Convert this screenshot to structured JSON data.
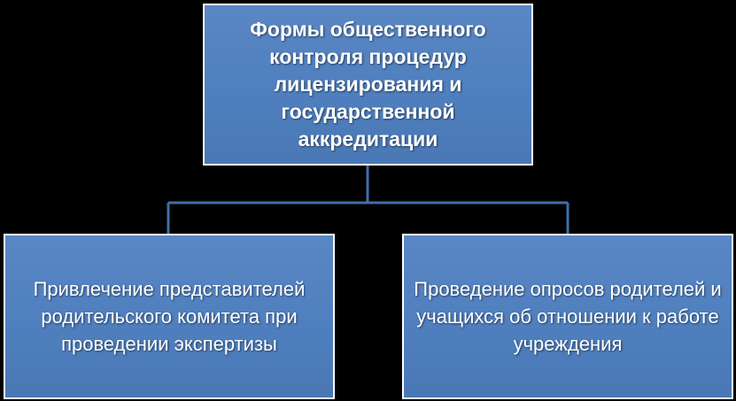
{
  "diagram": {
    "root": {
      "text": "Формы общественного контроля процедур лицензирования и государственной аккредитации"
    },
    "children": [
      {
        "text": "Привлечение представителей родительского комитета при проведении экспертизы"
      },
      {
        "text": "Проведение опросов родителей и учащихся об отношении к работе учреждения"
      }
    ],
    "colors": {
      "background": "#000000",
      "box_fill": "#4f81bd",
      "box_border": "#ffffff",
      "connector": "#3f6ea8",
      "text": "#ffffff"
    }
  }
}
